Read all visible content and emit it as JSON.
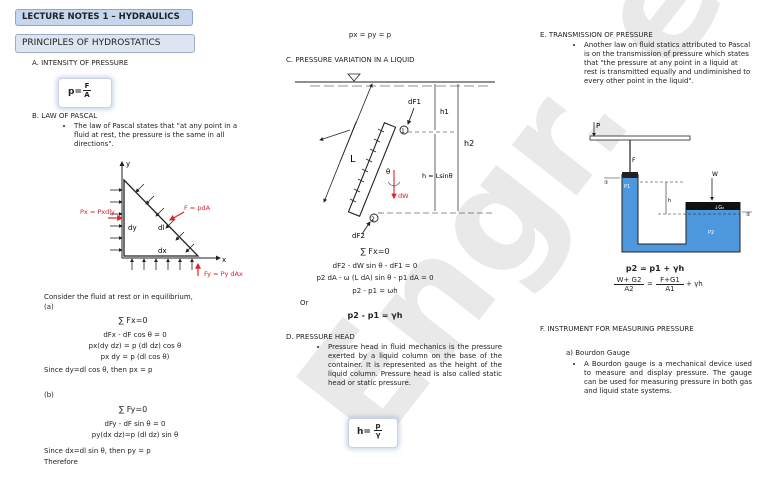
{
  "watermark": "Engr. e",
  "header": {
    "title": "LECTURE NOTES 1 – HYDRAULICS",
    "subtitle": "PRINCIPLES OF HYDROSTATICS"
  },
  "sectionA": {
    "heading": "A.  INTENSITY OF PRESSURE",
    "formula_lhs": "p=",
    "formula_num": "F",
    "formula_den": "A"
  },
  "sectionB": {
    "heading": "B.  LAW OF PASCAL",
    "bullet": "The law of Pascal states that \"at any point in a fluid at rest, the pressure is the same in all directions\".",
    "diagram": {
      "y": "y",
      "x": "x",
      "dy": "dy",
      "dl": "dl",
      "dx": "dx",
      "px": "Px = Pxdly",
      "f": "F = pdA",
      "py": "Fy = Py dAx"
    },
    "consider": "Consider the fluid at rest or in equilibrium,",
    "a_label": "(a)",
    "a_sum": "∑ Fx=0",
    "a_l1": "dFx - dF cos θ = 0",
    "a_l2": "px(dy dz) = p (dl dz) cos θ",
    "a_l3": "px dy = p (dl cos θ)",
    "a_since": "Since dy=dl cos θ, then px = p",
    "b_label": "(b)",
    "b_sum": "∑ Fy=0",
    "b_l1": "dFy - dF sin θ = 0",
    "b_l2": "py(dx dz)=p (dl dz) sin θ",
    "b_since": "Since dx=dl sin θ, then py = p",
    "therefore": "Therefore"
  },
  "sectionC": {
    "top_formula": "px = py = p",
    "heading": "C.  PRESSURE VARIATION IN A LIQUID",
    "diagram": {
      "df1": "dF1",
      "h1": "h1",
      "h2": "h2",
      "hsin": "h = Lsinθ",
      "L": "L",
      "theta": "θ",
      "dW": "dW",
      "df2": "dF2",
      "p1": "1",
      "p2": "2"
    },
    "sum": "∑ Fx=0",
    "l1": "dF2 - dW sin θ - dF1 = 0",
    "l2": "p2  dA - ω (L dA) sin θ - p1  dA = 0",
    "l3": "p2 - p1 = ωh",
    "or": "Or",
    "result": "p2 - p1 = γh"
  },
  "sectionD": {
    "heading": "D.  PRESSURE HEAD",
    "bullet": "Pressure head in fluid mechanics is the pressure exerted by a liquid column on the base of the container. It is represented as the height of the liquid column. Pressure head is also called static head or static pressure.",
    "formula_lhs": "h=",
    "formula_num": "p",
    "formula_den": "γ"
  },
  "sectionE": {
    "heading": "E.  TRANSMISSION OF PRESSURE",
    "bullet": "Another law on fluid statics attributed to Pascal is on the transmission of pressure which states that \"the pressure at any point in a liquid at rest is transmitted equally and undiminished to every other point in the liquid\".",
    "diagram": {
      "P": "P",
      "F": "F",
      "one": "①",
      "two": "②",
      "p1": "P1",
      "h": "h",
      "W": "W",
      "G2": "↓G₂",
      "p2": "P2"
    },
    "eq1": "p2 = p1 + γh",
    "eq2_num_l": "W+ G2",
    "eq2_den_l": "A2",
    "eq2_num_r": "F+G1",
    "eq2_den_r": "A1",
    "eq2_tail": "+ γh"
  },
  "sectionF": {
    "heading": "F.  INSTRUMENT FOR MEASURING PRESSURE",
    "sub_a": "a)  Bourdon Gauge",
    "bullet": "A Bourdon gauge is a mechanical device used to measure and display pressure. The gauge can be used for measuring pressure in both gas and liquid state systems."
  },
  "colors": {
    "title_bg": "#c5d6ee",
    "subtitle_bg": "#dde5f0",
    "accent_red": "#d9252a",
    "water": "#2e86d6"
  }
}
